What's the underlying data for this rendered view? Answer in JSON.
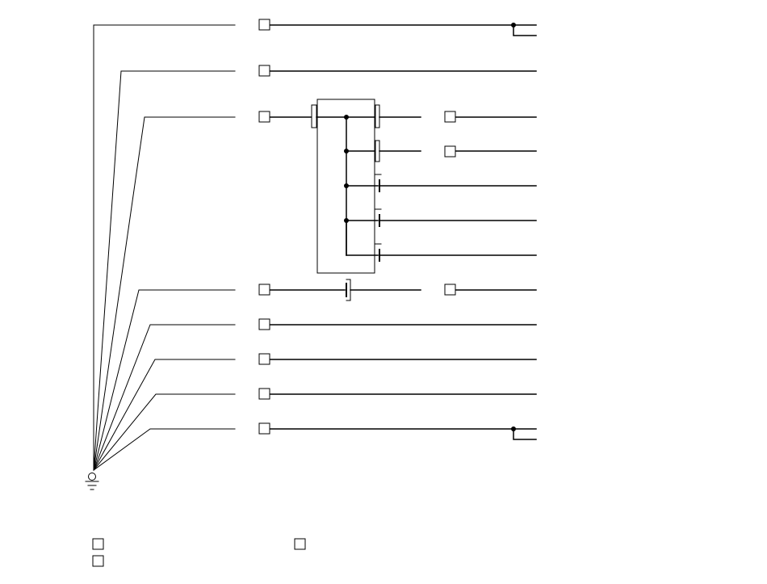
{
  "diagram": {
    "type": "wiring-diagram",
    "title": "",
    "line_color": "#000000",
    "background": "#ffffff",
    "ground_symbol": "ground-icon",
    "circuits": [
      {
        "id": "c1",
        "label": "",
        "splice_end": true
      },
      {
        "id": "c2",
        "label": "",
        "splice_end": false
      },
      {
        "id": "c3",
        "label": "",
        "splice_end": false
      },
      {
        "id": "c4",
        "label": "",
        "splice_end": false
      },
      {
        "id": "c5",
        "label": "",
        "splice_end": false
      },
      {
        "id": "c6",
        "label": "",
        "splice_end": false
      },
      {
        "id": "c7",
        "label": "",
        "splice_end": false
      },
      {
        "id": "c8",
        "label": "",
        "splice_end": false
      },
      {
        "id": "c9",
        "label": "",
        "splice_end": false
      },
      {
        "id": "c10",
        "label": "",
        "splice_end": false
      },
      {
        "id": "c11",
        "label": "",
        "splice_end": false
      },
      {
        "id": "c12",
        "label": "",
        "splice_end": true
      }
    ],
    "connector_block": {
      "label": "",
      "pin_count": 5
    },
    "legend": [
      {
        "id": "l1",
        "text": ""
      },
      {
        "id": "l2",
        "text": ""
      },
      {
        "id": "l3",
        "text": ""
      }
    ]
  }
}
